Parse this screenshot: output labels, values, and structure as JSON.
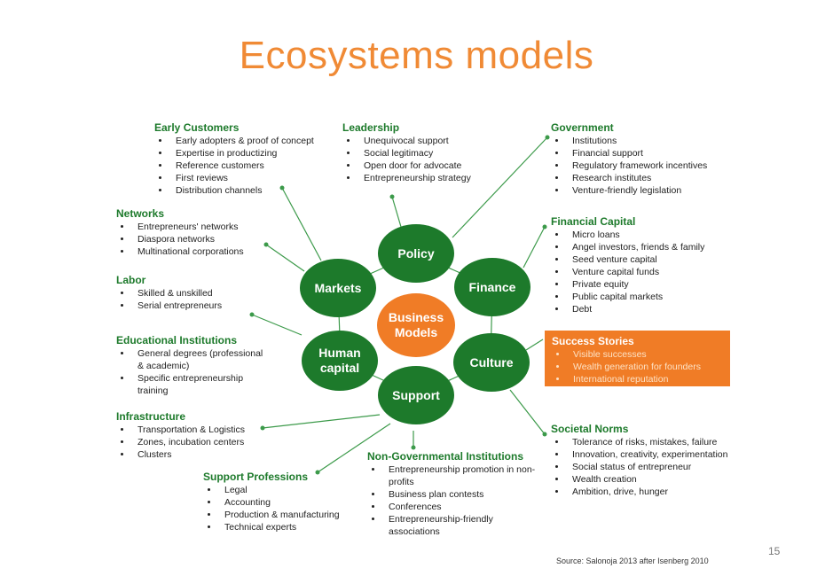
{
  "title": "Ecosystems models",
  "nodes": {
    "center": "Business\nModels",
    "policy": "Policy",
    "finance": "Finance",
    "culture": "Culture",
    "support": "Support",
    "human_capital": "Human\ncapital",
    "markets": "Markets"
  },
  "blocks": {
    "early_customers": {
      "heading": "Early Customers",
      "items": [
        "Early adopters & proof of concept",
        "Expertise in productizing",
        "Reference customers",
        "First reviews",
        "Distribution channels"
      ]
    },
    "leadership": {
      "heading": "Leadership",
      "items": [
        "Unequivocal support",
        "Social legitimacy",
        "Open door for advocate",
        "Entrepreneurship strategy"
      ]
    },
    "government": {
      "heading": "Government",
      "items": [
        "Institutions",
        "Financial support",
        "Regulatory framework incentives",
        "Research institutes",
        "Venture-friendly legislation"
      ]
    },
    "networks": {
      "heading": "Networks",
      "items": [
        "Entrepreneurs' networks",
        "Diaspora networks",
        "Multinational corporations"
      ]
    },
    "financial_capital": {
      "heading": "Financial Capital",
      "items": [
        "Micro loans",
        "Angel investors, friends & family",
        "Seed venture capital",
        "Venture capital funds",
        "Private equity",
        "Public capital markets",
        "Debt"
      ]
    },
    "labor": {
      "heading": "Labor",
      "items": [
        "Skilled & unskilled",
        "Serial entrepreneurs"
      ]
    },
    "educational_institutions": {
      "heading": "Educational Institutions",
      "items": [
        "General degrees (professional & academic)",
        "Specific entrepreneurship training"
      ]
    },
    "success_stories": {
      "heading": "Success Stories",
      "items": [
        "Visible successes",
        "Wealth generation for founders",
        "International reputation"
      ]
    },
    "infrastructure": {
      "heading": "Infrastructure",
      "items": [
        "Transportation & Logistics",
        "Zones, incubation centers",
        "Clusters"
      ]
    },
    "societal_norms": {
      "heading": "Societal Norms",
      "items": [
        "Tolerance of risks, mistakes, failure",
        "Innovation, creativity, experimentation",
        "Social status of entrepreneur",
        "Wealth creation",
        "Ambition, drive, hunger"
      ]
    },
    "support_professions": {
      "heading": "Support Professions",
      "items": [
        "Legal",
        "Accounting",
        "Production & manufacturing",
        "Technical experts"
      ]
    },
    "ngo": {
      "heading": "Non-Governmental Institutions",
      "items": [
        "Entrepreneurship promotion in non-profits",
        "Business plan contests",
        "Conferences",
        "Entrepreneurship-friendly associations"
      ]
    }
  },
  "colors": {
    "green": "#1d7a2b",
    "orange": "#f07c26",
    "title": "#f08a35"
  },
  "source": "Source: Salonoja 2013 after Isenberg 2010",
  "page_number": "15"
}
